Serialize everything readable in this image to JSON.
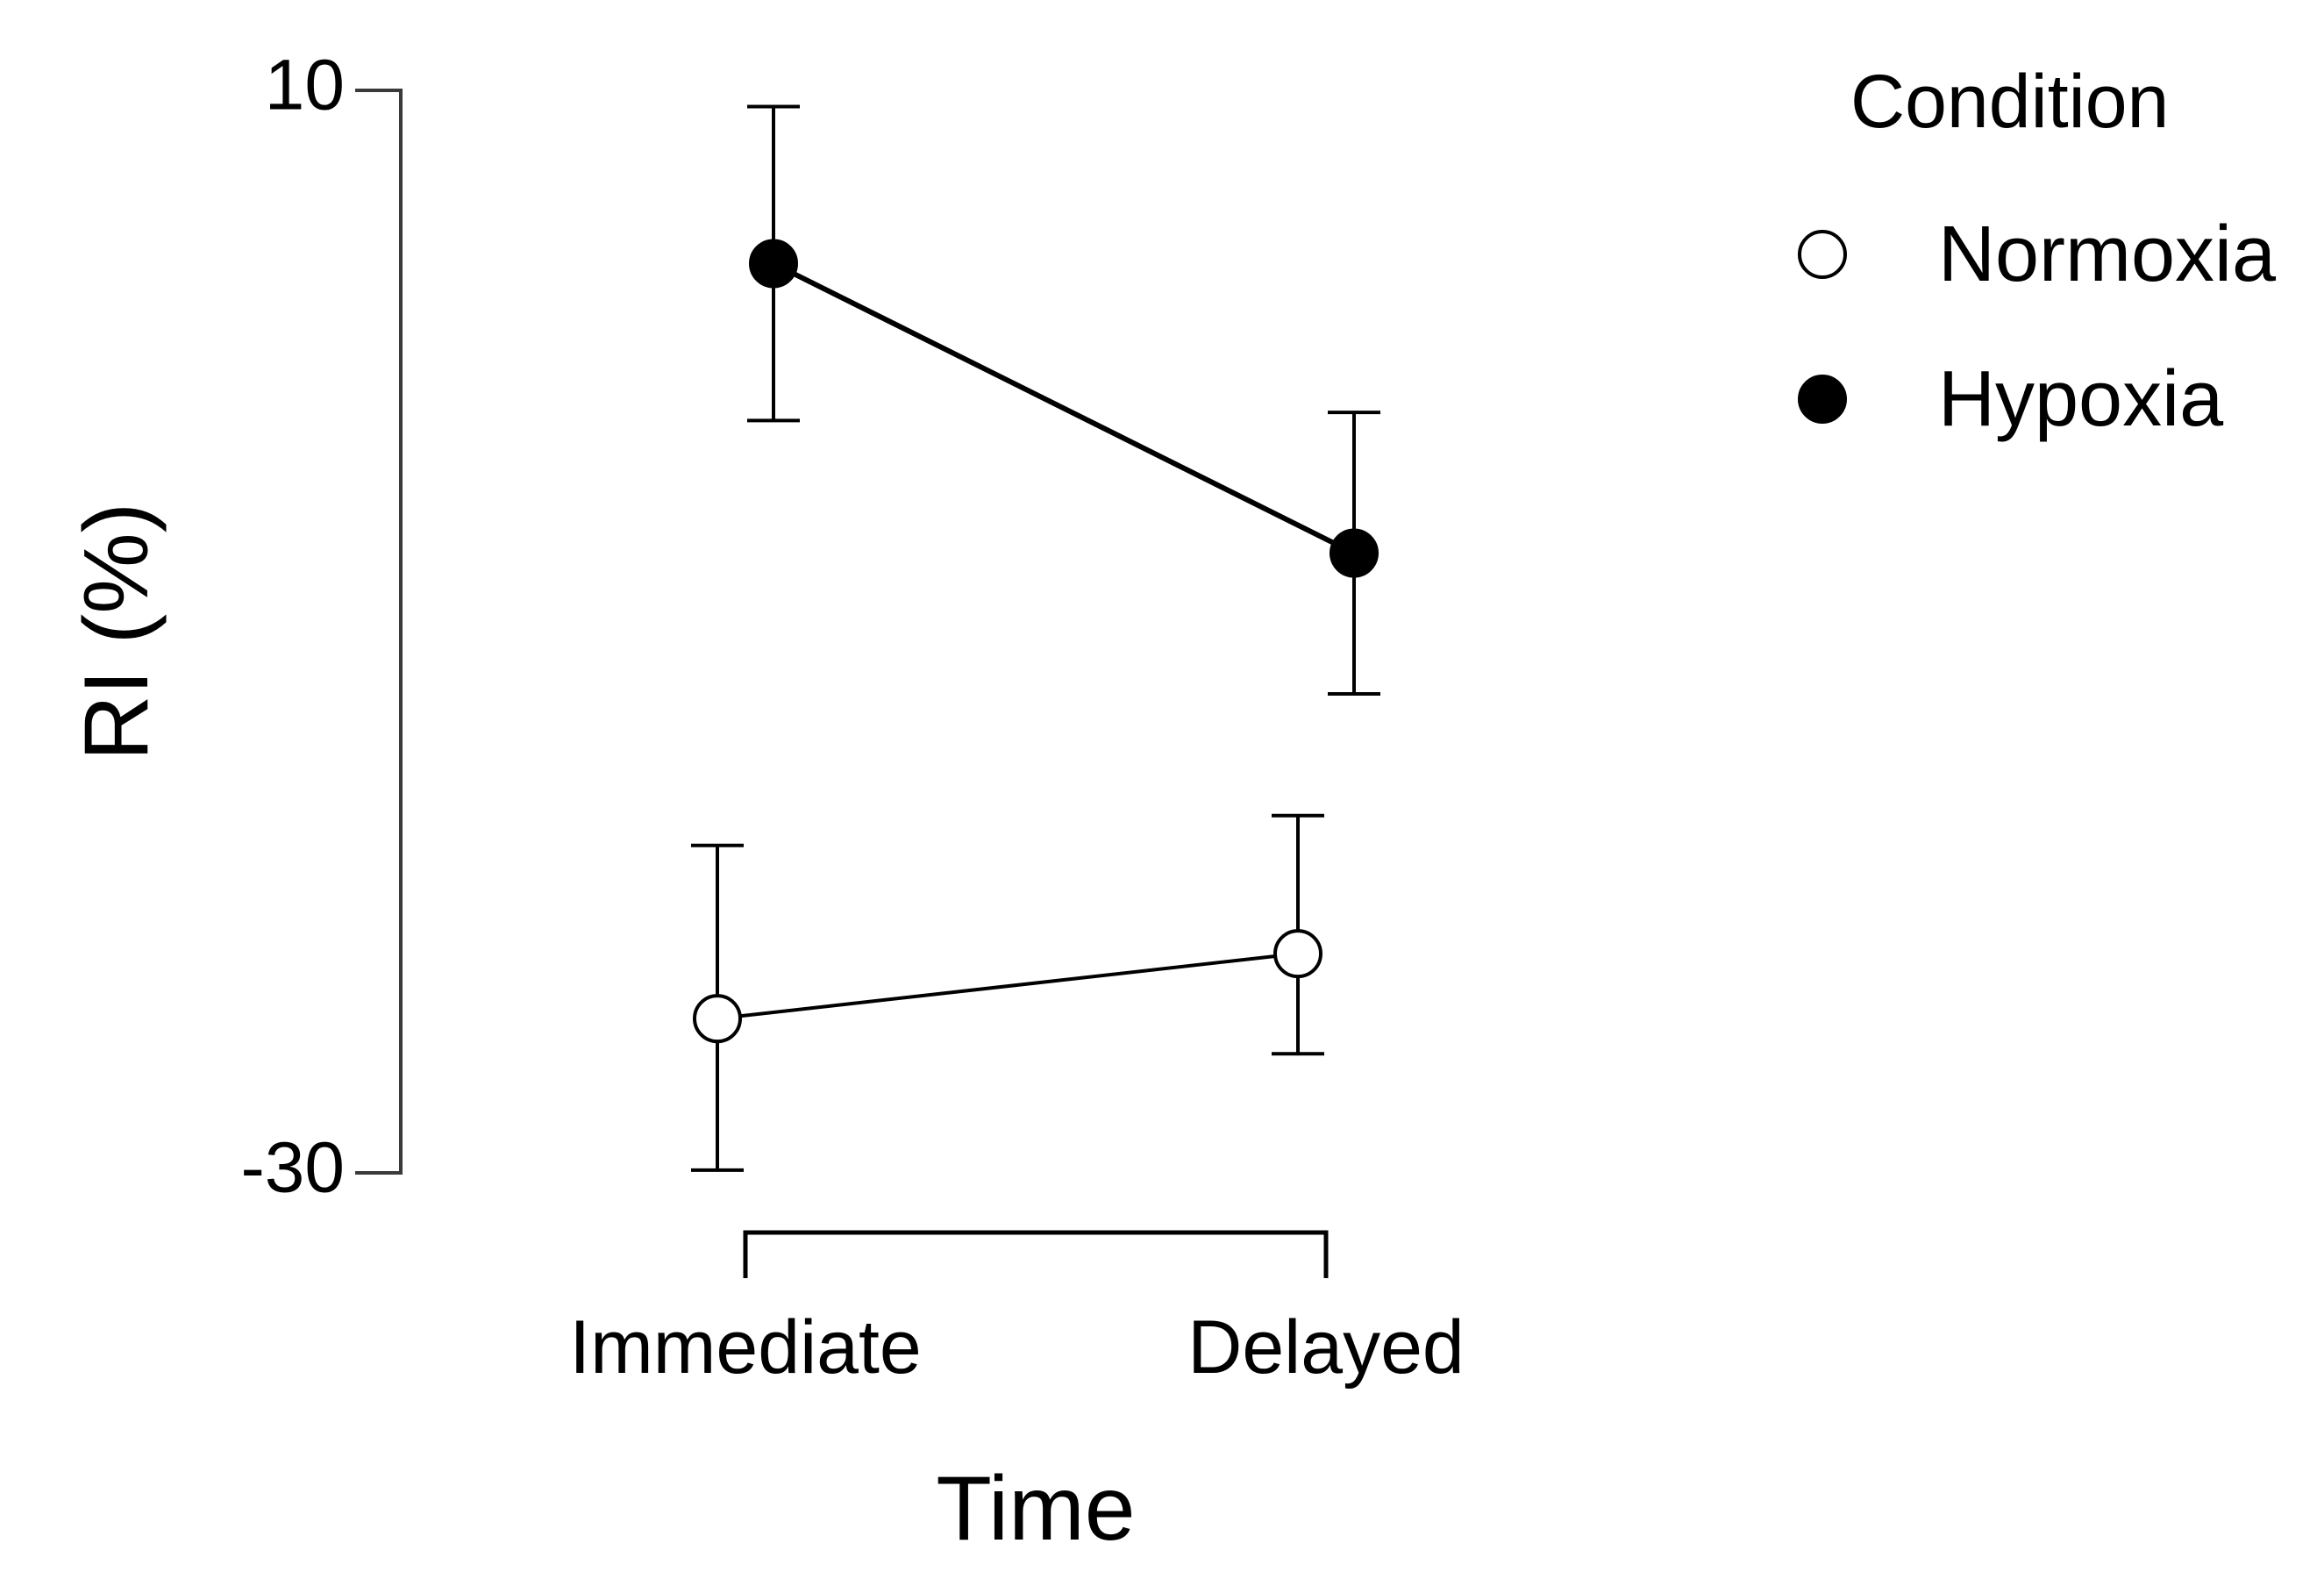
{
  "chart_data": {
    "type": "line",
    "categories": [
      "Immediate",
      "Delayed"
    ],
    "xlabel": "Time",
    "ylabel": "RI (%)",
    "ylim": [
      -30,
      10
    ],
    "yticks": [
      "10",
      "-30"
    ],
    "grid": false,
    "legend": {
      "title": "Condition",
      "position": "top-right"
    },
    "series": [
      {
        "name": "Normoxia",
        "marker": "open-circle",
        "values": [
          -24.3,
          -21.9
        ],
        "error_low": [
          -29.9,
          -25.6
        ],
        "error_high": [
          -17.9,
          -16.8
        ]
      },
      {
        "name": "Hypoxia",
        "marker": "filled-circle",
        "values": [
          3.6,
          -7.1
        ],
        "error_low": [
          -2.2,
          -12.3
        ],
        "error_high": [
          9.4,
          -1.9
        ]
      }
    ],
    "colors": {
      "line": "#000000",
      "open_fill": "#ffffff",
      "filled_fill": "#000000",
      "axis": "#3a3a3a"
    }
  }
}
